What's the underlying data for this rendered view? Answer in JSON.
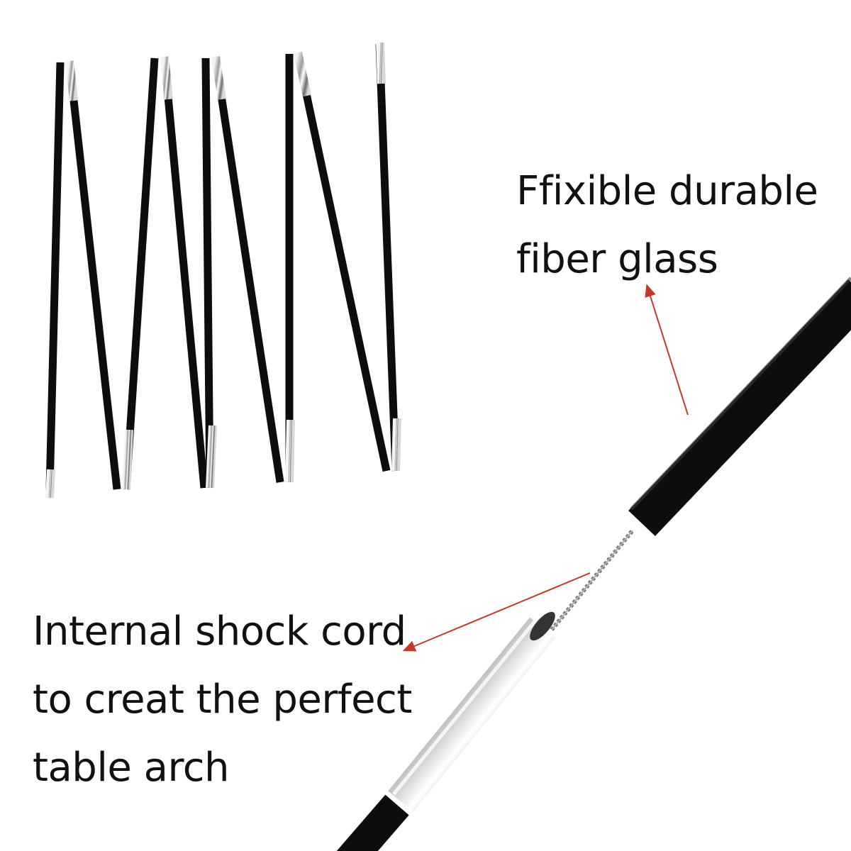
{
  "captions": {
    "top_lines": [
      "Ffixible durable",
      "fiber glass"
    ],
    "bottom_lines": [
      "Internal shock cord",
      "to creat the perfect",
      "table arch"
    ]
  },
  "colors": {
    "background": "#ffffff",
    "text": "#111111",
    "pole": "#0d0d0d",
    "ferrule": "#c9c9c9",
    "arrow": "#c0392b"
  }
}
